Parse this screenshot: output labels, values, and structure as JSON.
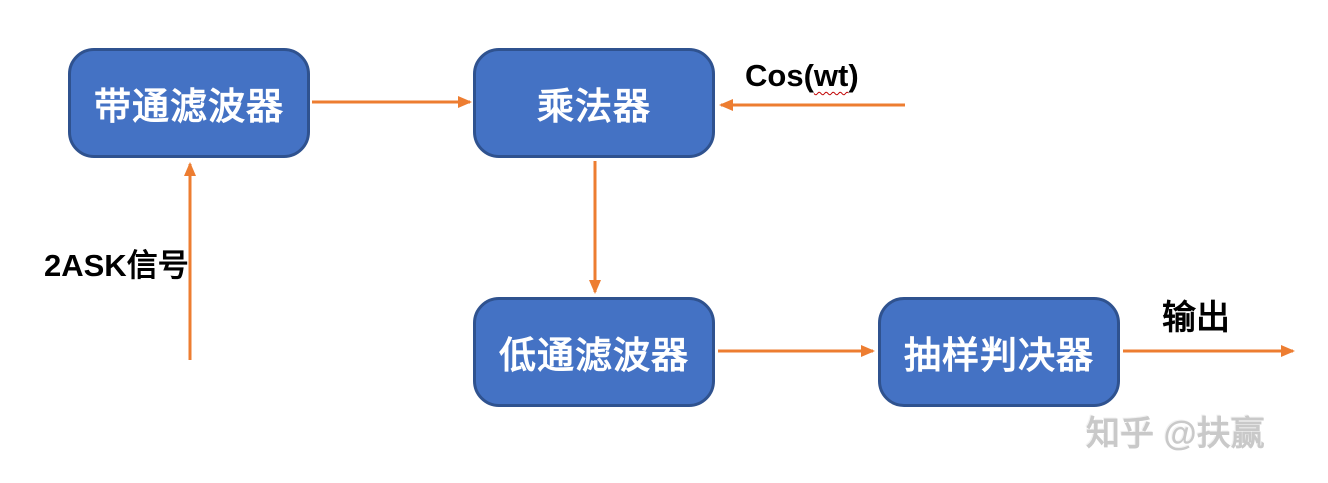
{
  "diagram": {
    "title": "2ASK coherent demodulation block diagram",
    "blocks": {
      "bandpass": {
        "label": "带通滤波器"
      },
      "multiplier": {
        "label": "乘法器"
      },
      "lowpass": {
        "label": "低通滤波器"
      },
      "sampler": {
        "label": "抽样判决器"
      }
    },
    "labels": {
      "input": "2ASK信号",
      "carrier_prefix": "Cos(",
      "carrier_wavy": "wt",
      "carrier_suffix": ")",
      "output": "输出"
    },
    "connections": [
      {
        "from": "2ASK信号",
        "to": "带通滤波器",
        "direction": "up"
      },
      {
        "from": "带通滤波器",
        "to": "乘法器",
        "direction": "right"
      },
      {
        "from": "Cos(wt)",
        "to": "乘法器",
        "direction": "left"
      },
      {
        "from": "乘法器",
        "to": "低通滤波器",
        "direction": "down"
      },
      {
        "from": "低通滤波器",
        "to": "抽样判决器",
        "direction": "right"
      },
      {
        "from": "抽样判决器",
        "to": "输出",
        "direction": "right"
      }
    ],
    "colors": {
      "block_fill": "#4472C4",
      "block_border": "#2F528F",
      "arrow": "#ED7D31",
      "block_text": "#FFFFFF",
      "label_text": "#000000",
      "squiggle": "#C00000",
      "watermark_color": "#C9C9C9"
    },
    "watermark": "知乎 @扶赢"
  }
}
